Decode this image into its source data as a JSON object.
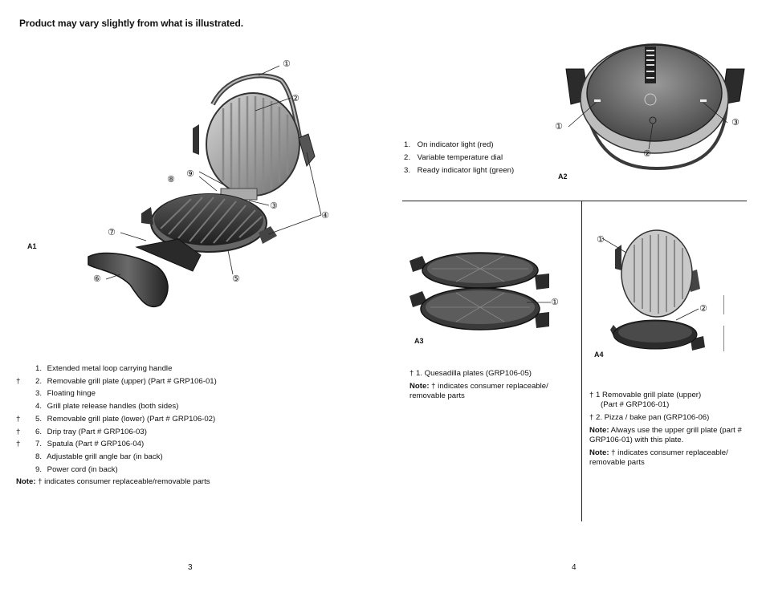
{
  "left_page": {
    "heading": "Product may vary slightly from what is illustrated.",
    "figure_label": "A1",
    "callouts": [
      "①",
      "②",
      "③",
      "④",
      "⑤",
      "⑥",
      "⑦",
      "⑧",
      "⑨"
    ],
    "items": [
      {
        "dagger": "",
        "number": "1.",
        "text": "Extended metal loop carrying handle"
      },
      {
        "dagger": "†",
        "number": "2.",
        "text": "Removable grill plate (upper) (Part # GRP106-01)"
      },
      {
        "dagger": "",
        "number": "3.",
        "text": "Floating hinge"
      },
      {
        "dagger": "",
        "number": "4.",
        "text": "Grill plate release handles (both sides)"
      },
      {
        "dagger": "†",
        "number": "5.",
        "text": "Removable grill plate (lower) (Part # GRP106-02)"
      },
      {
        "dagger": "†",
        "number": "6.",
        "text": "Drip tray (Part # GRP106-03)"
      },
      {
        "dagger": "†",
        "number": "7.",
        "text": "Spatula (Part # GRP106-04)"
      },
      {
        "dagger": "",
        "number": "8.",
        "text": "Adjustable grill angle bar (in back)"
      },
      {
        "dagger": "",
        "number": "9.",
        "text": "Power cord (in back)"
      }
    ],
    "note_label": "Note:",
    "note_text": " † indicates consumer replaceable/removable parts",
    "page_number": "3"
  },
  "right_page": {
    "a2": {
      "figure_label": "A2",
      "callouts": [
        "①",
        "②",
        "③"
      ],
      "items": [
        {
          "number": "1.",
          "text": "On indicator light (red)"
        },
        {
          "number": "2.",
          "text": "Variable temperature dial"
        },
        {
          "number": "3.",
          "text": "Ready indicator light (green)"
        }
      ]
    },
    "a3": {
      "figure_label": "A3",
      "callout": "①",
      "item": "† 1. Quesadilla plates (GRP106-05)",
      "note_label": "Note:",
      "note_text": " † indicates consumer replaceable/ removable parts"
    },
    "a4": {
      "figure_label": "A4",
      "callouts": [
        "①",
        "②"
      ],
      "item1_line1": "† 1 Removable grill plate (upper)",
      "item1_line2": "(Part # GRP106-01)",
      "item2": "† 2. Pizza / bake pan (GRP106-06)",
      "note1_label": "Note:",
      "note1_text": " Always use the upper grill plate (part # GRP106-01) with this plate.",
      "note2_label": "Note:",
      "note2_text": " † indicates consumer replaceable/ removable parts"
    },
    "page_number": "4"
  },
  "colors": {
    "ink": "#111111",
    "metal_dark": "#3a3a3a",
    "metal_mid": "#7a7a7a",
    "metal_light": "#c8c8c8"
  }
}
